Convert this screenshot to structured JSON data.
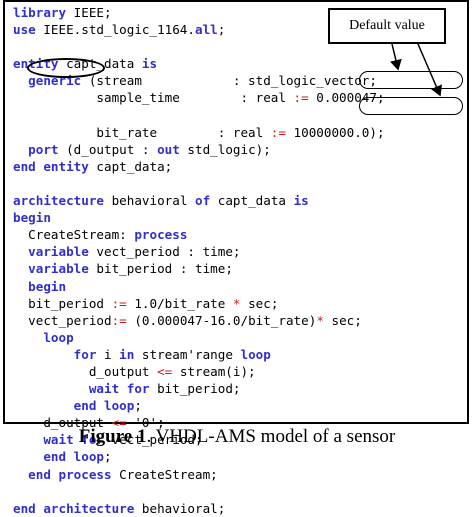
{
  "figure": {
    "callout_label": "Default value",
    "caption_prefix": "Figure 1",
    "caption_text": ". VHDL-AMS model of a sensor"
  },
  "code_lines": [
    [
      {
        "t": "library",
        "c": "kw"
      },
      {
        "t": " IEEE;",
        "c": ""
      }
    ],
    [
      {
        "t": "use",
        "c": "kw"
      },
      {
        "t": " IEEE.std_logic_1164.",
        "c": ""
      },
      {
        "t": "all",
        "c": "kw"
      },
      {
        "t": ";",
        "c": ""
      }
    ],
    [
      {
        "t": "",
        "c": ""
      }
    ],
    [
      {
        "t": "entity",
        "c": "kw"
      },
      {
        "t": " capt_data ",
        "c": ""
      },
      {
        "t": "is",
        "c": "kw"
      }
    ],
    [
      {
        "t": "  ",
        "c": ""
      },
      {
        "t": "generic",
        "c": "kw"
      },
      {
        "t": " (stream            : std_logic_vector;",
        "c": ""
      }
    ],
    [
      {
        "t": "           sample_time        : real ",
        "c": ""
      },
      {
        "t": ":=",
        "c": "op"
      },
      {
        "t": " 0.000047;",
        "c": ""
      }
    ],
    [
      {
        "t": "",
        "c": ""
      }
    ],
    [
      {
        "t": "           bit_rate        : real ",
        "c": ""
      },
      {
        "t": ":=",
        "c": "op"
      },
      {
        "t": " 10000000.0);",
        "c": ""
      }
    ],
    [
      {
        "t": "  ",
        "c": ""
      },
      {
        "t": "port",
        "c": "kw"
      },
      {
        "t": " (d_output : ",
        "c": ""
      },
      {
        "t": "out",
        "c": "kw"
      },
      {
        "t": " std_logic);",
        "c": ""
      }
    ],
    [
      {
        "t": "end entity",
        "c": "kw"
      },
      {
        "t": " capt_data;",
        "c": ""
      }
    ],
    [
      {
        "t": "",
        "c": ""
      }
    ],
    [
      {
        "t": "architecture",
        "c": "kw"
      },
      {
        "t": " behavioral ",
        "c": ""
      },
      {
        "t": "of",
        "c": "kw"
      },
      {
        "t": " capt_data ",
        "c": ""
      },
      {
        "t": "is",
        "c": "kw"
      }
    ],
    [
      {
        "t": "begin",
        "c": "kw"
      }
    ],
    [
      {
        "t": "  CreateStream: ",
        "c": ""
      },
      {
        "t": "process",
        "c": "kw"
      }
    ],
    [
      {
        "t": "  ",
        "c": ""
      },
      {
        "t": "variable",
        "c": "kw"
      },
      {
        "t": " vect_period : time;",
        "c": ""
      }
    ],
    [
      {
        "t": "  ",
        "c": ""
      },
      {
        "t": "variable",
        "c": "kw"
      },
      {
        "t": " bit_period : time;",
        "c": ""
      }
    ],
    [
      {
        "t": "  ",
        "c": ""
      },
      {
        "t": "begin",
        "c": "kw"
      }
    ],
    [
      {
        "t": "  bit_period ",
        "c": ""
      },
      {
        "t": ":=",
        "c": "op"
      },
      {
        "t": " 1.0/bit_rate ",
        "c": ""
      },
      {
        "t": "*",
        "c": "op"
      },
      {
        "t": " sec;",
        "c": ""
      }
    ],
    [
      {
        "t": "  vect_period",
        "c": ""
      },
      {
        "t": ":=",
        "c": "op"
      },
      {
        "t": " (0.000047-16.0/bit_rate)",
        "c": ""
      },
      {
        "t": "*",
        "c": "op"
      },
      {
        "t": " sec;",
        "c": ""
      }
    ],
    [
      {
        "t": "    ",
        "c": ""
      },
      {
        "t": "loop",
        "c": "kw"
      }
    ],
    [
      {
        "t": "        ",
        "c": ""
      },
      {
        "t": "for",
        "c": "kw"
      },
      {
        "t": " i ",
        "c": ""
      },
      {
        "t": "in",
        "c": "kw"
      },
      {
        "t": " stream'range ",
        "c": ""
      },
      {
        "t": "loop",
        "c": "kw"
      }
    ],
    [
      {
        "t": "          d_output ",
        "c": ""
      },
      {
        "t": "<=",
        "c": "op"
      },
      {
        "t": " stream(i);",
        "c": ""
      }
    ],
    [
      {
        "t": "          ",
        "c": ""
      },
      {
        "t": "wait for",
        "c": "kw"
      },
      {
        "t": " bit_period;",
        "c": ""
      }
    ],
    [
      {
        "t": "        ",
        "c": ""
      },
      {
        "t": "end loop",
        "c": "kw"
      },
      {
        "t": ";",
        "c": ""
      }
    ],
    [
      {
        "t": "    d_output ",
        "c": ""
      },
      {
        "t": "<=",
        "c": "op"
      },
      {
        "t": " '0';",
        "c": ""
      }
    ],
    [
      {
        "t": "    ",
        "c": ""
      },
      {
        "t": "wait for",
        "c": "kw"
      },
      {
        "t": " vect_period;",
        "c": ""
      }
    ],
    [
      {
        "t": "    ",
        "c": ""
      },
      {
        "t": "end loop",
        "c": "kw"
      },
      {
        "t": ";",
        "c": ""
      }
    ],
    [
      {
        "t": "  ",
        "c": ""
      },
      {
        "t": "end process",
        "c": "kw"
      },
      {
        "t": " CreateStream;",
        "c": ""
      }
    ],
    [
      {
        "t": "",
        "c": ""
      }
    ],
    [
      {
        "t": "end architecture",
        "c": "kw"
      },
      {
        "t": " behavioral;",
        "c": ""
      }
    ]
  ]
}
